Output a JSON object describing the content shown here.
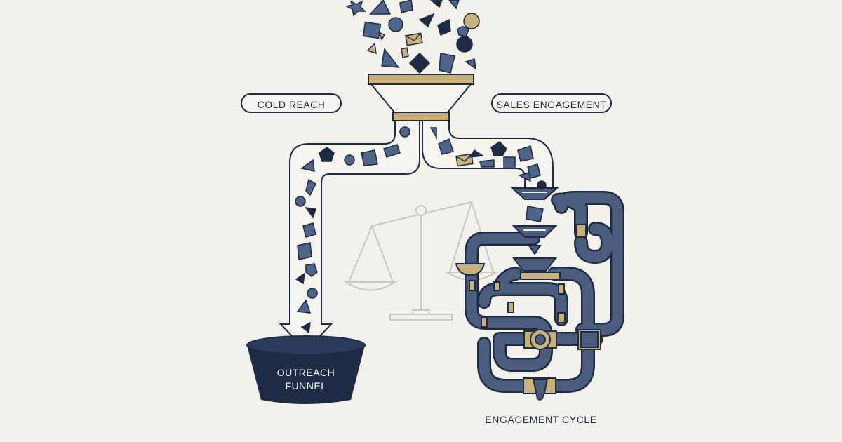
{
  "labels": {
    "cold_reach": "COLD REACH",
    "sales_engagement": "SALES ENGAGEMENT",
    "funnel_line1": "OUTREACH",
    "funnel_line2": "FUNNEL",
    "engagement_cycle": "ENGAGEMENT CYCLE"
  },
  "colors": {
    "background": "#f3f1ec",
    "navy": "#1f2a44",
    "slate": "#4e6488",
    "gold": "#c8b27a",
    "pipe": "#4a5d7e",
    "scale": "#c9c7c1"
  },
  "icons": [
    "envelope-icon",
    "scale-icon",
    "valve-icon",
    "funnel-icon"
  ]
}
